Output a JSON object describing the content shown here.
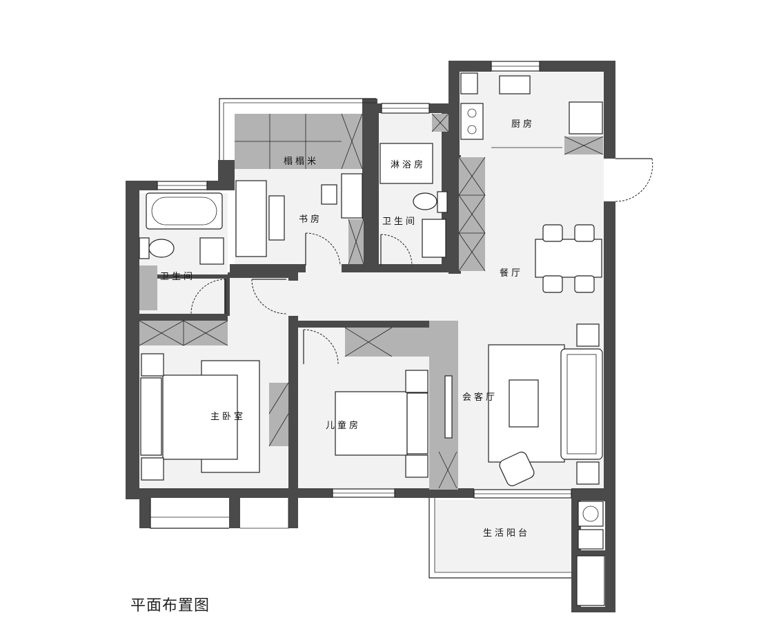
{
  "title": "平面布置图",
  "rooms": {
    "tatami": "榻榻米",
    "study": "书房",
    "shower": "淋浴房",
    "bath_middle": "卫生间",
    "bath_left": "卫生间",
    "kitchen": "厨房",
    "dining": "餐厅",
    "living": "会客厅",
    "master_bedroom": "主卧室",
    "kids_room": "儿童房",
    "balcony": "生活阳台"
  }
}
